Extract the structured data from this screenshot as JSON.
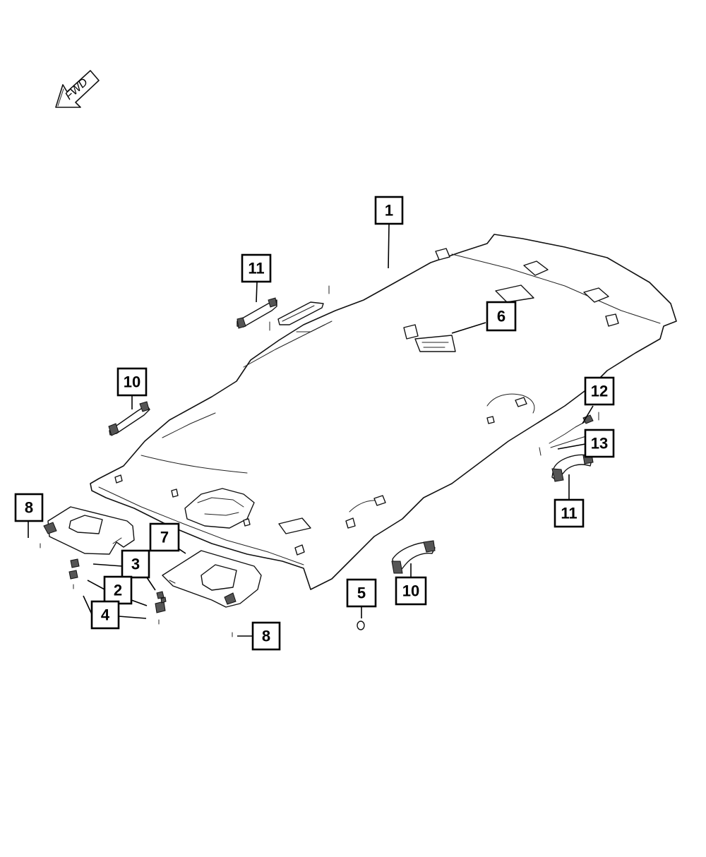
{
  "direction_indicator": {
    "label": "FWD"
  },
  "callouts": [
    {
      "id": "c1",
      "label": "1"
    },
    {
      "id": "c11a",
      "label": "11"
    },
    {
      "id": "c6",
      "label": "6"
    },
    {
      "id": "c10a",
      "label": "10"
    },
    {
      "id": "c12",
      "label": "12"
    },
    {
      "id": "c13",
      "label": "13"
    },
    {
      "id": "c11b",
      "label": "11"
    },
    {
      "id": "c8a",
      "label": "8"
    },
    {
      "id": "c7",
      "label": "7"
    },
    {
      "id": "c3",
      "label": "3"
    },
    {
      "id": "c2",
      "label": "2"
    },
    {
      "id": "c4",
      "label": "4"
    },
    {
      "id": "c5",
      "label": "5"
    },
    {
      "id": "c10b",
      "label": "10"
    },
    {
      "id": "c8b",
      "label": "8"
    }
  ]
}
